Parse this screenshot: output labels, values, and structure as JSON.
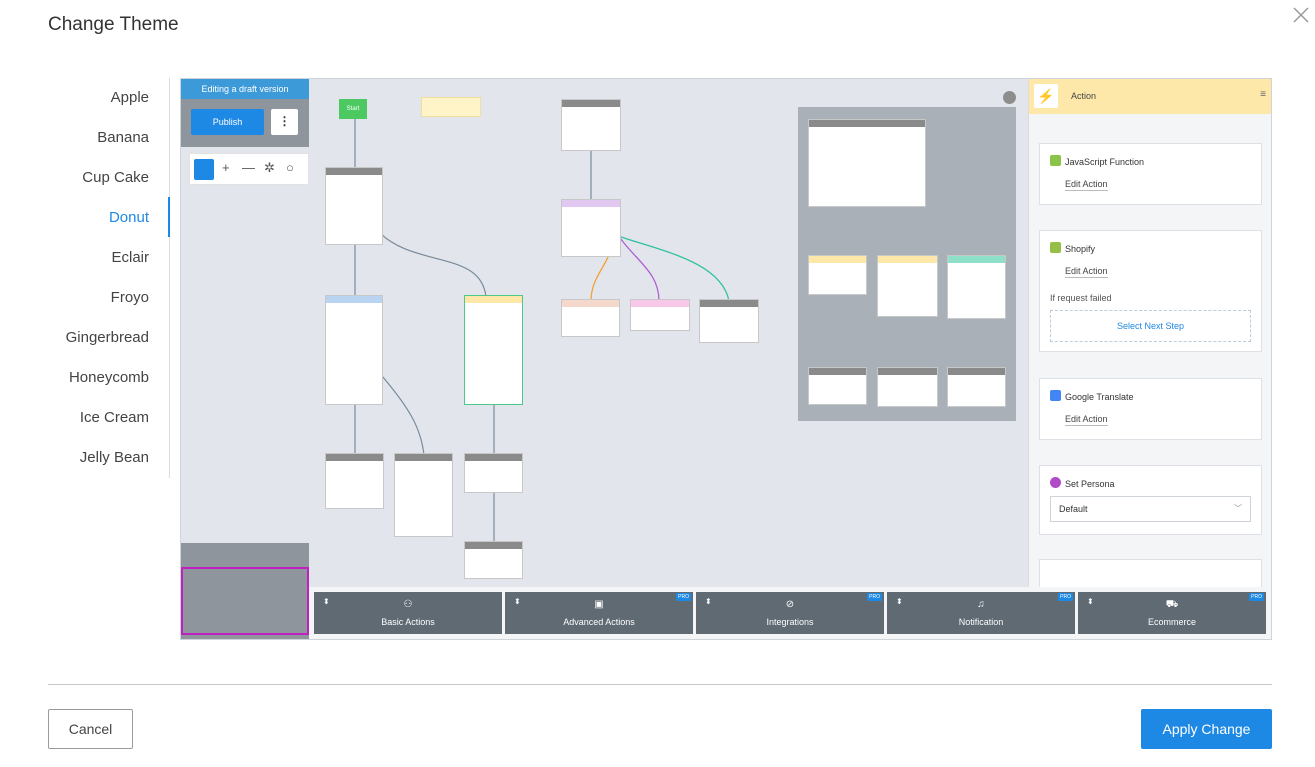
{
  "dialog": {
    "title": "Change Theme",
    "cancel_label": "Cancel",
    "apply_label": "Apply Change"
  },
  "themes": {
    "items": [
      {
        "label": "Apple"
      },
      {
        "label": "Banana"
      },
      {
        "label": "Cup Cake"
      },
      {
        "label": "Donut"
      },
      {
        "label": "Eclair"
      },
      {
        "label": "Froyo"
      },
      {
        "label": "Gingerbread"
      },
      {
        "label": "Honeycomb"
      },
      {
        "label": "Ice Cream"
      },
      {
        "label": "Jelly Bean"
      }
    ],
    "selected": "Donut"
  },
  "preview": {
    "draft_label": "Editing a draft version",
    "publish_label": "Publish",
    "start_label": "Start",
    "more_glyph": "⋮",
    "tools": {
      "add": "+",
      "minus": "—",
      "magic": "✲",
      "search": "○"
    },
    "right_panel": {
      "header": "Action",
      "menu_glyph": "≡",
      "cards": {
        "javascript": {
          "title": "JavaScript Function",
          "link": "Edit Action"
        },
        "shopify": {
          "title": "Shopify",
          "link": "Edit Action",
          "fail_label": "If request failed",
          "next_step": "Select Next Step"
        },
        "translate": {
          "title": "Google Translate",
          "link": "Edit Action"
        },
        "persona": {
          "title": "Set Persona",
          "value": "Default"
        }
      }
    },
    "categories": [
      {
        "label": "Basic Actions",
        "icon": "person-icon",
        "pro": false
      },
      {
        "label": "Advanced Actions",
        "icon": "box-icon",
        "pro": true
      },
      {
        "label": "Integrations",
        "icon": "link-icon",
        "pro": true
      },
      {
        "label": "Notification",
        "icon": "bell-icon",
        "pro": true
      },
      {
        "label": "Ecommerce",
        "icon": "cart-icon",
        "pro": true
      }
    ],
    "pro_label": "PRO",
    "sort_glyph": "⬍"
  },
  "colors": {
    "accent": "#1e88e5",
    "draft_bar": "#3d9ad8",
    "category_button": "#5f6a73",
    "action_header": "#fde8a9"
  }
}
